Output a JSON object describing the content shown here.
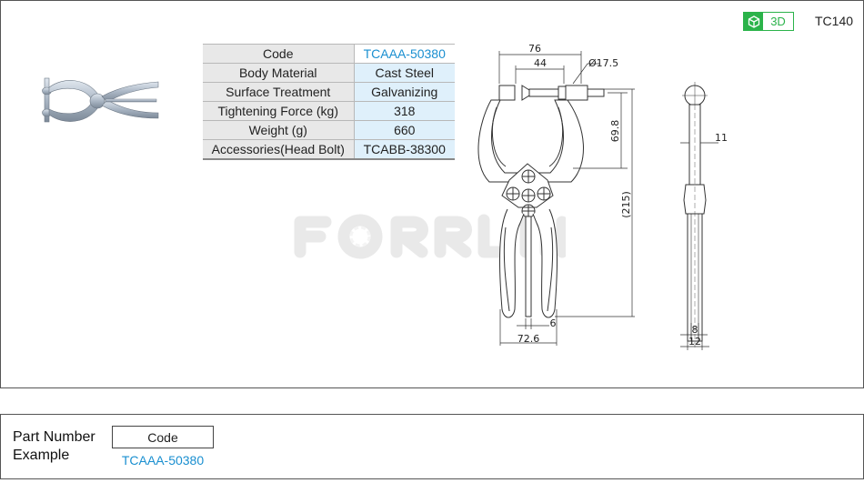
{
  "header": {
    "badge_3d_label": "3D",
    "badge_icon": "cube-icon",
    "model_code": "TC140",
    "accent_color": "#2bb34a"
  },
  "spec_table": {
    "rows": [
      {
        "key": "Code",
        "value": "TCAAA-50380"
      },
      {
        "key": "Body Material",
        "value": "Cast Steel"
      },
      {
        "key": "Surface Treatment",
        "value": "Galvanizing"
      },
      {
        "key": "Tightening Force (kg)",
        "value": "318"
      },
      {
        "key": "Weight (g)",
        "value": "660"
      },
      {
        "key": "Accessories(Head Bolt)",
        "value": "TCABB-38300"
      }
    ],
    "code_color": "#1a8fd0"
  },
  "watermark": "FORRLIN",
  "drawing": {
    "front": {
      "dim_top_width": "76",
      "dim_inner_width": "44",
      "dim_bolt_dia": "Ø17.5",
      "dim_jaw_height": "69.8",
      "dim_total_height": "(215)",
      "dim_rod": "6",
      "dim_handle_width": "72.6"
    },
    "side": {
      "dim_thickness": "11",
      "dim_tip": "8",
      "dim_base": "12"
    }
  },
  "part_number": {
    "title_line1": "Part Number",
    "title_line2": "Example",
    "code_header": "Code",
    "code_value": "TCAAA-50380"
  }
}
